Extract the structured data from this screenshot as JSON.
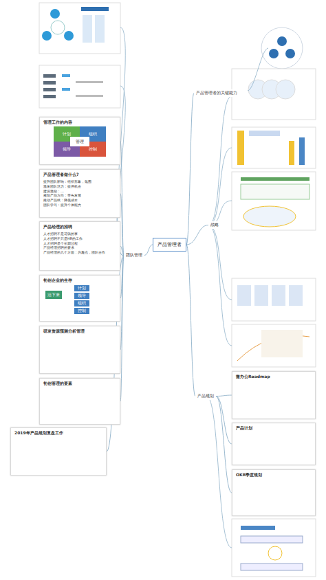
{
  "diagram": {
    "nodes": [
      {
        "text": [
          "产品管理者"
        ]
      },
      {
        "text": [
          "团队管理"
        ]
      },
      {
        "text": [
          "产品管理者的关键能力"
        ]
      },
      {
        "text": [
          "战略"
        ]
      },
      {
        "text": [
          "产品规划"
        ]
      },
      {
        "text": [
          "管理工作的内容"
        ]
      },
      {
        "text": [
          "计划"
        ],
        "in": 5
      },
      {
        "text": [
          "组织"
        ],
        "in": 5
      },
      {
        "text": [
          "领导"
        ],
        "in": 5
      },
      {
        "text": [
          "控制"
        ],
        "in": 5
      },
      {
        "text": [
          "管理"
        ],
        "in": 5
      },
      {
        "text": [
          "产品管理者做什么?",
          "提升团队影响：组织形象，氛围",
          "激发团队活力：提供机会",
          "建设激励：...",
          "规划产品方向：带头发展",
          "推动产品线：降低成本",
          "团队学习：提升个体能力"
        ]
      },
      {
        "text": [
          "产品经理的招聘",
          "人才招聘不是花钱的事",
          "人才招聘不只是HR的工作",
          "人才招聘是个长期过程",
          "产品经理招聘的要求",
          "产品经理的几个方面：兴趣点，团队合作"
        ]
      },
      {
        "text": [
          "初创企业的生存"
        ]
      },
      {
        "text": [
          "活下来"
        ],
        "in": 13
      },
      {
        "text": [
          "计划"
        ],
        "in": 13
      },
      {
        "text": [
          "领导"
        ],
        "in": 13
      },
      {
        "text": [
          "组织"
        ],
        "in": 13
      },
      {
        "text": [
          "控制"
        ],
        "in": 13
      },
      {
        "text": [
          "研发资源预测分析管理"
        ]
      },
      {
        "text": [
          "初创管理的要素"
        ]
      },
      {
        "text": [
          "2019年产品规划复盘工作"
        ]
      },
      {
        "text": [
          "微办公Roadmap"
        ]
      },
      {
        "text": [
          "产品计划"
        ]
      },
      {
        "text": [
          "OKR季度规划"
        ]
      }
    ],
    "edges": [
      {
        "from": 0,
        "to": 1,
        "arrow": "none"
      },
      {
        "from": 0,
        "to": 2,
        "arrow": "none"
      },
      {
        "from": 0,
        "to": 3,
        "arrow": "none"
      },
      {
        "from": 0,
        "to": 4,
        "arrow": "none"
      },
      {
        "from": 1,
        "to": 5,
        "arrow": "none"
      },
      {
        "from": 1,
        "to": 11,
        "arrow": "none"
      },
      {
        "from": 1,
        "to": 12,
        "arrow": "none"
      },
      {
        "from": 1,
        "to": 13,
        "arrow": "none"
      },
      {
        "from": 1,
        "to": 19,
        "arrow": "none"
      },
      {
        "from": 1,
        "to": 20,
        "arrow": "none"
      },
      {
        "from": 1,
        "to": 21,
        "arrow": "none"
      },
      {
        "from": 4,
        "to": 22,
        "arrow": "none"
      },
      {
        "from": 4,
        "to": 23,
        "arrow": "none"
      },
      {
        "from": 4,
        "to": 24,
        "arrow": "none"
      }
    ]
  }
}
